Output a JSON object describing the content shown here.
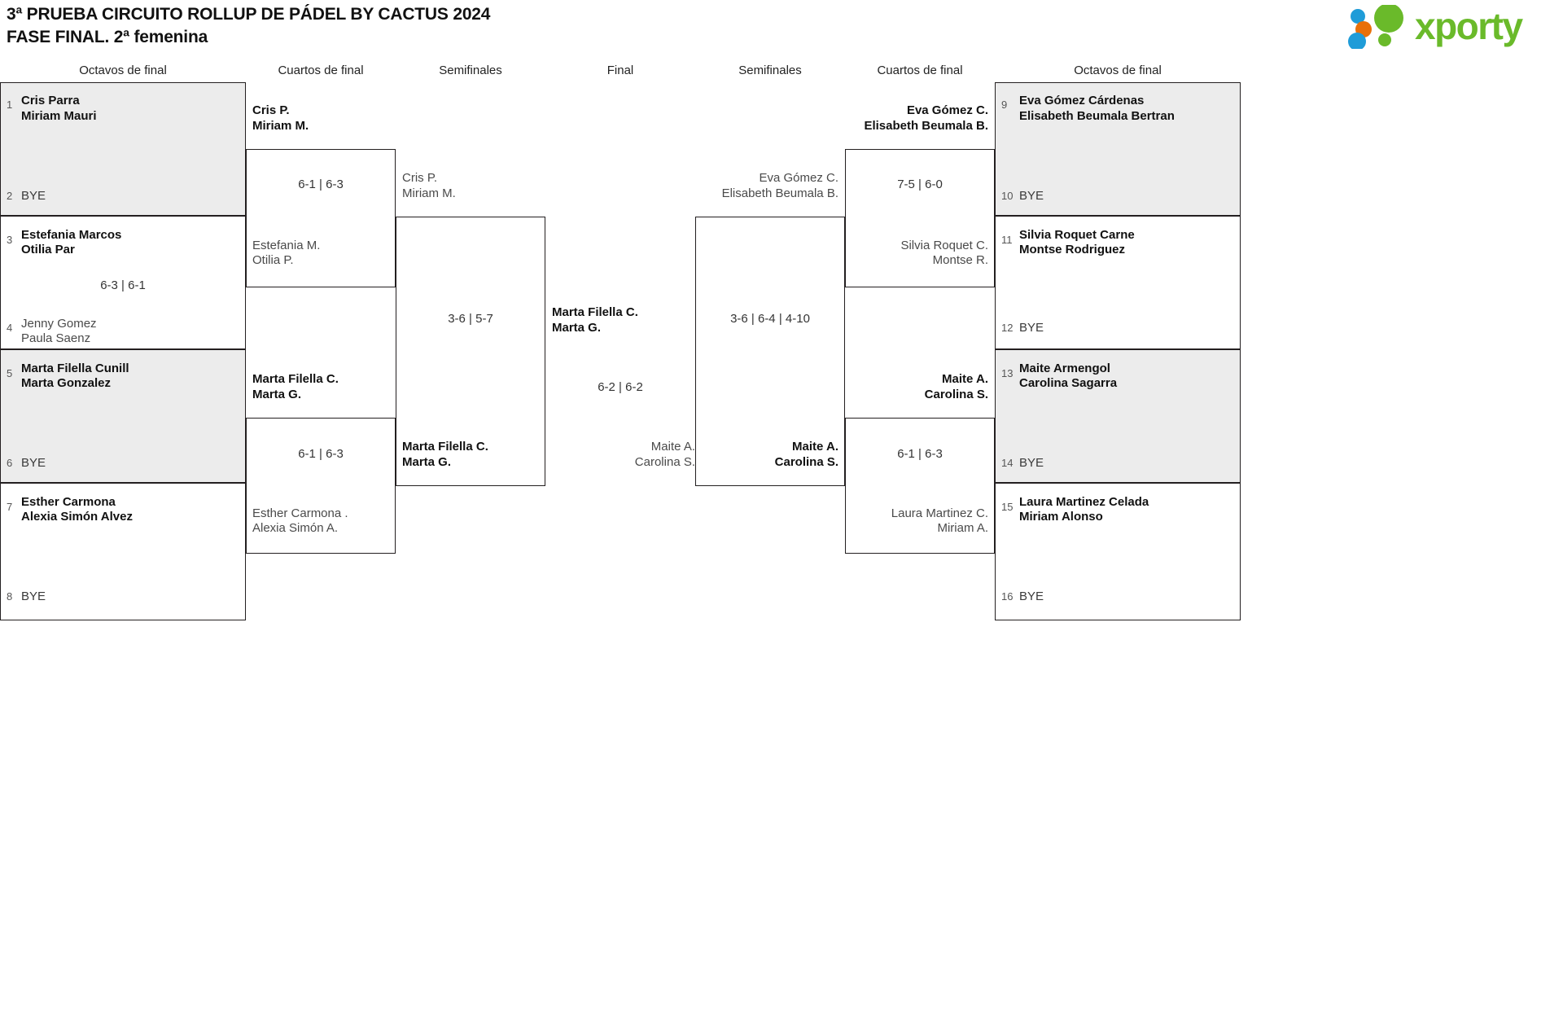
{
  "header": {
    "title_line1": "3ª PRUEBA CIRCUITO ROLLUP DE PÁDEL BY CACTUS 2024",
    "title_line2": "FASE FINAL. 2ª femenina",
    "logo_text": "xporty",
    "logo_colors": {
      "green": "#6aba2a",
      "blue": "#1f9cd8",
      "orange": "#e8700a"
    }
  },
  "round_headers": {
    "left_r16": "Octavos de final",
    "left_qf": "Cuartos de final",
    "left_sf": "Semifinales",
    "final": "Final",
    "right_sf": "Semifinales",
    "right_qf": "Cuartos de final",
    "right_r16": "Octavos de final"
  },
  "left_r16": [
    {
      "seed": "1",
      "line1": "Cris Parra",
      "line2": "Miriam Mauri",
      "state": "w",
      "bye": false
    },
    {
      "seed": "2",
      "line1": "BYE",
      "line2": "",
      "state": "bye",
      "bye": true
    },
    {
      "seed": "3",
      "line1": "Estefania Marcos",
      "line2": "Otilia Par",
      "state": "w",
      "bye": false
    },
    {
      "seed": "4",
      "line1": "Jenny Gomez",
      "line2": "Paula Saenz",
      "state": "l",
      "bye": false
    },
    {
      "seed": "5",
      "line1": "Marta Filella Cunill",
      "line2": "Marta Gonzalez",
      "state": "w",
      "bye": false
    },
    {
      "seed": "6",
      "line1": "BYE",
      "line2": "",
      "state": "bye",
      "bye": true
    },
    {
      "seed": "7",
      "line1": "Esther Carmona",
      "line2": "Alexia Simón Alvez",
      "state": "w",
      "bye": false
    },
    {
      "seed": "8",
      "line1": "BYE",
      "line2": "",
      "state": "bye",
      "bye": true
    }
  ],
  "right_r16": [
    {
      "seed": "9",
      "line1": "Eva Gómez Cárdenas",
      "line2": "Elisabeth Beumala Bertran",
      "state": "w",
      "bye": false
    },
    {
      "seed": "10",
      "line1": "BYE",
      "line2": "",
      "state": "bye",
      "bye": true
    },
    {
      "seed": "11",
      "line1": "Silvia Roquet Carne",
      "line2": "Montse Rodriguez",
      "state": "w",
      "bye": false
    },
    {
      "seed": "12",
      "line1": "BYE",
      "line2": "",
      "state": "bye",
      "bye": true
    },
    {
      "seed": "13",
      "line1": "Maite Armengol",
      "line2": "Carolina Sagarra",
      "state": "w",
      "bye": false
    },
    {
      "seed": "14",
      "line1": "BYE",
      "line2": "",
      "state": "bye",
      "bye": true
    },
    {
      "seed": "15",
      "line1": "Laura Martinez Celada",
      "line2": "Miriam Alonso",
      "state": "w",
      "bye": false
    },
    {
      "seed": "16",
      "line1": "BYE",
      "line2": "",
      "state": "bye",
      "bye": true
    }
  ],
  "left_qf": [
    {
      "top_l1": "Cris P.",
      "top_l2": "Miriam M.",
      "top_state": "w",
      "bot_l1": "Estefania M.",
      "bot_l2": "Otilia P.",
      "bot_state": "l",
      "score": "6-1 | 6-3"
    },
    {
      "top_l1": "Marta Filella C.",
      "top_l2": "Marta G.",
      "top_state": "w",
      "bot_l1": "Esther Carmona .",
      "bot_l2": "Alexia Simón A.",
      "bot_state": "l",
      "score": "6-1 | 6-3"
    }
  ],
  "right_qf": [
    {
      "top_l1": "Eva Gómez C.",
      "top_l2": "Elisabeth Beumala B.",
      "top_state": "w",
      "bot_l1": "Silvia Roquet C.",
      "bot_l2": "Montse R.",
      "bot_state": "l",
      "score": "7-5 | 6-0"
    },
    {
      "top_l1": "Maite A.",
      "top_l2": "Carolina S.",
      "top_state": "w",
      "bot_l1": "Laura Martinez C.",
      "bot_l2": "Miriam A.",
      "bot_state": "l",
      "score": "6-1 | 6-3"
    }
  ],
  "left_sf": {
    "top_l1": "Cris P.",
    "top_l2": "Miriam M.",
    "top_state": "l",
    "bot_l1": "Marta Filella C.",
    "bot_l2": "Marta G.",
    "bot_state": "w",
    "score": "3-6 | 5-7"
  },
  "right_sf": {
    "top_l1": "Eva Gómez C.",
    "top_l2": "Elisabeth Beumala B.",
    "top_state": "l",
    "bot_l1": "Maite A.",
    "bot_l2": "Carolina S.",
    "bot_state": "w",
    "score": "3-6 | 6-4 | 4-10"
  },
  "final": {
    "top_l1": "Marta Filella C.",
    "top_l2": "Marta G.",
    "top_state": "w",
    "bot_l1": "Maite A.",
    "bot_l2": "Carolina S.",
    "bot_state": "l",
    "score": "6-2 | 6-2"
  },
  "chart_data": {
    "type": "table",
    "title": "3ª PRUEBA CIRCUITO ROLLUP DE PÁDEL BY CACTUS 2024 — FASE FINAL. 2ª femenina",
    "rounds": [
      "Octavos de final",
      "Cuartos de final",
      "Semifinales",
      "Final"
    ],
    "champion": "Marta Filella C. / Marta G.",
    "final_score": "6-2 | 6-2"
  }
}
